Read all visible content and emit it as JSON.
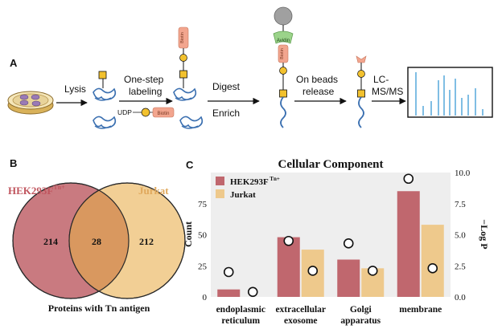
{
  "panel_a": {
    "label": "A",
    "steps": {
      "lysis": "Lysis",
      "labeling_line1": "One-step",
      "labeling_line2": "labeling",
      "digest": "Digest",
      "enrich": "Enrich",
      "release_line1": "On beads",
      "release_line2": "release",
      "ms_line1": "LC-",
      "ms_line2": "MS/MS"
    },
    "reagent_udp": "UDP",
    "tag_biotin": "Biotin",
    "tag_avidin": "Avidin",
    "colors": {
      "protein": "#3a6fb0",
      "gal": "#f2c12e",
      "glcnac": "#f2c12e",
      "biotin": "#f2a58e",
      "avidin": "#9bd38a",
      "bead": "#a0a0a0",
      "ms_peaks": "#4aa3d8"
    }
  },
  "panel_b": {
    "label": "B",
    "set_left": "HEK293F",
    "set_left_sup": "Tn+",
    "set_right": "Jurkat",
    "only_left": "214",
    "overlap": "28",
    "only_right": "212",
    "caption": "Proteins with Tn antigen",
    "colors": {
      "left": "#c97a80",
      "right": "#f2cf95",
      "overlap": "#d9985f",
      "left_text": "#c0555e",
      "right_text": "#e0a85c"
    }
  },
  "panel_c": {
    "label": "C",
    "chart_data": {
      "type": "bar",
      "title": "Cellular Component",
      "categories": [
        [
          "endoplasmic",
          "reticulum"
        ],
        [
          "extracellular",
          "exosome"
        ],
        [
          "Golgi",
          "apparatus"
        ],
        [
          "membrane"
        ]
      ],
      "series": [
        {
          "name": "HEK293F",
          "name_sup": "Tn+",
          "color": "#c0676e",
          "values": [
            6,
            48,
            30,
            85
          ]
        },
        {
          "name": "Jurkat",
          "color": "#eec98c",
          "values": [
            0,
            38,
            23,
            58
          ]
        }
      ],
      "markers": {
        "HEK293F": [
          2.0,
          4.5,
          4.3,
          9.5
        ],
        "Jurkat": [
          0.4,
          2.1,
          2.1,
          2.3
        ]
      },
      "ylabel_left": "Count",
      "ylabel_right": "−Log P",
      "ylim_left": [
        0,
        100
      ],
      "ylim_right": [
        0,
        10
      ],
      "yticks_left": [
        "0",
        "25",
        "50",
        "75"
      ],
      "yticks_right": [
        "0.0",
        "2.5",
        "5.0",
        "7.5",
        "10.0"
      ],
      "legend": "top-left",
      "background": "#eeeeee"
    }
  }
}
